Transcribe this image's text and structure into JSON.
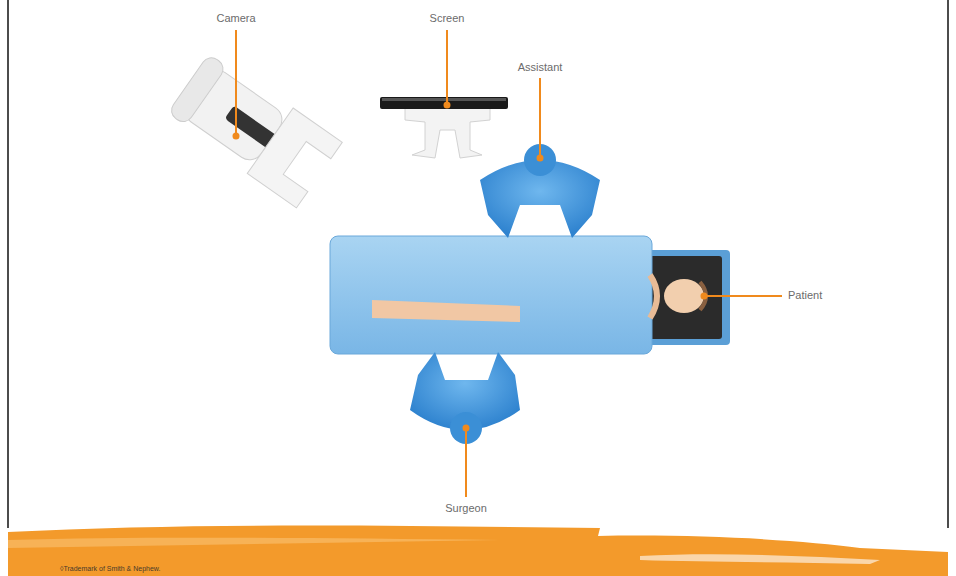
{
  "diagram": {
    "labels": [
      "Camera",
      "Screen",
      "Assistant",
      "Patient",
      "Surgeon",
      "◊Trademark of Smith & Nephew."
    ]
  }
}
